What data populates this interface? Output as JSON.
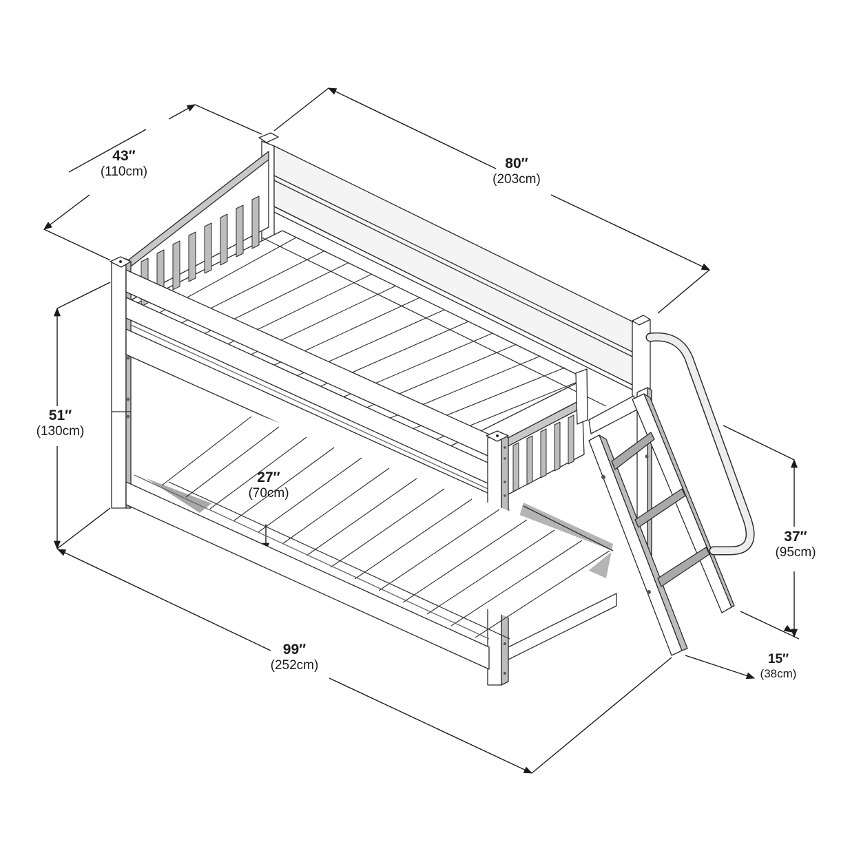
{
  "diagram": {
    "subject": "Low bunk bed with angled ladder",
    "colors": {
      "outline": "#2b2b2b",
      "wood_face": "#ffffff",
      "wood_side": "#bdbdbd",
      "shadow": "#a9a9a9",
      "rail_tube": "#e9e9e9",
      "dimension_line": "#1a1a1a"
    },
    "dimensions": {
      "width": {
        "imperial": "43″",
        "metric": "(110cm)"
      },
      "bed_length": {
        "imperial": "80″",
        "metric": "(203cm)"
      },
      "height": {
        "imperial": "51″",
        "metric": "(130cm)"
      },
      "under_bed_clearance": {
        "imperial": "27″",
        "metric": "(70cm)"
      },
      "total_length": {
        "imperial": "99″",
        "metric": "(252cm)"
      },
      "ladder_height": {
        "imperial": "37″",
        "metric": "(95cm)"
      },
      "ladder_depth": {
        "imperial": "15″",
        "metric": "(38cm)"
      }
    }
  }
}
